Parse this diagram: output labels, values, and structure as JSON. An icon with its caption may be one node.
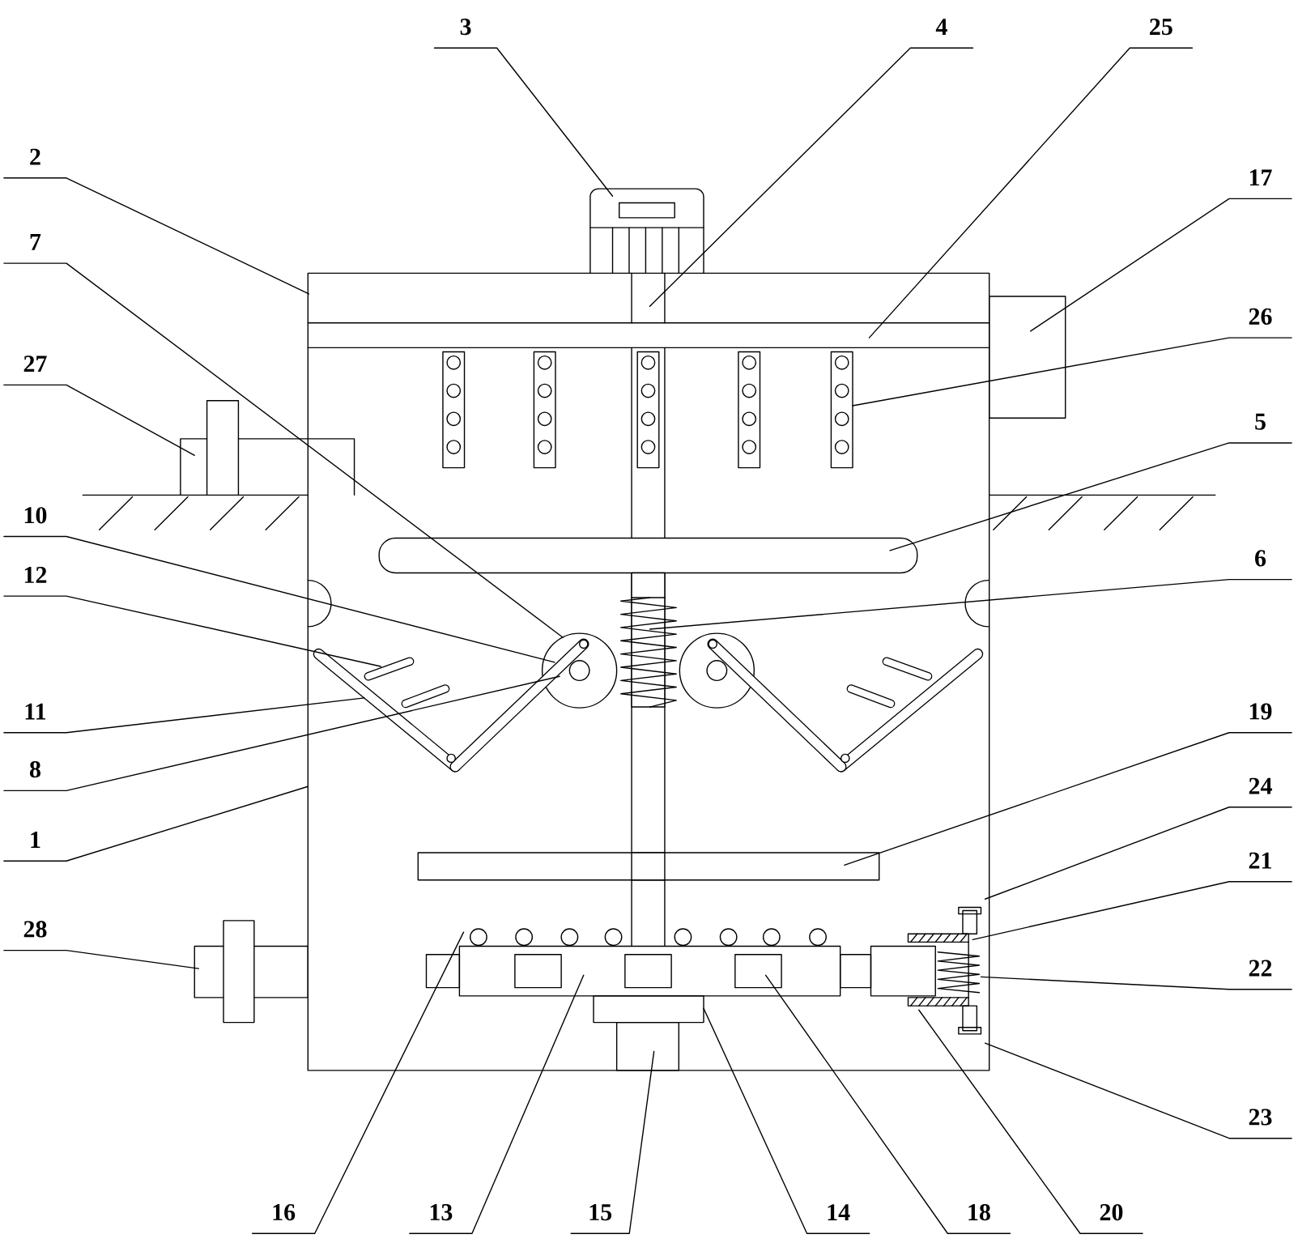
{
  "diagram": {
    "nodes": [
      {
        "text": [
          "3"
        ]
      },
      {
        "text": [
          "4"
        ]
      },
      {
        "text": [
          "25"
        ]
      },
      {
        "text": [
          "2"
        ]
      },
      {
        "text": [
          "17"
        ]
      },
      {
        "text": [
          "7"
        ]
      },
      {
        "text": [
          "26"
        ]
      },
      {
        "text": [
          "27"
        ]
      },
      {
        "text": [
          "5"
        ]
      },
      {
        "text": [
          "10"
        ]
      },
      {
        "text": [
          "6"
        ]
      },
      {
        "text": [
          "12"
        ]
      },
      {
        "text": [
          "19"
        ]
      },
      {
        "text": [
          "11"
        ]
      },
      {
        "text": [
          "8"
        ]
      },
      {
        "text": [
          "24"
        ]
      },
      {
        "text": [
          "1"
        ]
      },
      {
        "text": [
          "21"
        ]
      },
      {
        "text": [
          "28"
        ]
      },
      {
        "text": [
          "22"
        ]
      },
      {
        "text": [
          "23"
        ]
      },
      {
        "text": [
          "16"
        ]
      },
      {
        "text": [
          "13"
        ]
      },
      {
        "text": [
          "15"
        ]
      },
      {
        "text": [
          "14"
        ]
      },
      {
        "text": [
          "18"
        ]
      },
      {
        "text": [
          "20"
        ]
      }
    ],
    "edges": [
      {
        "from": 0,
        "to": null,
        "arrow": "none"
      },
      {
        "from": 1,
        "to": null,
        "arrow": "none"
      },
      {
        "from": 2,
        "to": null,
        "arrow": "none"
      },
      {
        "from": 3,
        "to": null,
        "arrow": "none"
      },
      {
        "from": 4,
        "to": null,
        "arrow": "none"
      },
      {
        "from": 5,
        "to": null,
        "arrow": "none"
      },
      {
        "from": 6,
        "to": null,
        "arrow": "none"
      },
      {
        "from": 7,
        "to": null,
        "arrow": "none"
      },
      {
        "from": 8,
        "to": null,
        "arrow": "none"
      },
      {
        "from": 9,
        "to": null,
        "arrow": "none"
      },
      {
        "from": 10,
        "to": null,
        "arrow": "none"
      },
      {
        "from": 11,
        "to": null,
        "arrow": "none"
      },
      {
        "from": 12,
        "to": null,
        "arrow": "none"
      },
      {
        "from": 13,
        "to": null,
        "arrow": "none"
      },
      {
        "from": 14,
        "to": null,
        "arrow": "none"
      },
      {
        "from": 15,
        "to": null,
        "arrow": "none"
      },
      {
        "from": 16,
        "to": null,
        "arrow": "none"
      },
      {
        "from": 17,
        "to": null,
        "arrow": "none"
      },
      {
        "from": 18,
        "to": null,
        "arrow": "none"
      },
      {
        "from": 19,
        "to": null,
        "arrow": "none"
      },
      {
        "from": 20,
        "to": null,
        "arrow": "none"
      },
      {
        "from": 21,
        "to": null,
        "arrow": "none"
      },
      {
        "from": 22,
        "to": null,
        "arrow": "none"
      },
      {
        "from": 23,
        "to": null,
        "arrow": "none"
      },
      {
        "from": 24,
        "to": null,
        "arrow": "none"
      },
      {
        "from": 25,
        "to": null,
        "arrow": "none"
      },
      {
        "from": 26,
        "to": null,
        "arrow": "none"
      }
    ]
  }
}
